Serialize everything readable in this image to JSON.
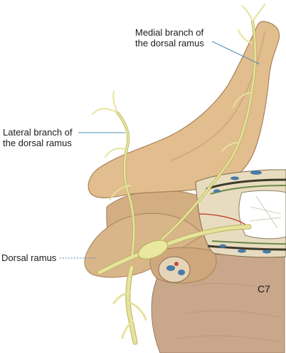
{
  "labels": {
    "medial": [
      "Medial branch of",
      "the dorsal ramus"
    ],
    "lateral": [
      "Lateral branch of",
      "the dorsal ramus"
    ],
    "dorsal_ramus": "Dorsal ramus",
    "vertebra": "C7"
  },
  "colors": {
    "nerve": "#e9e7a0",
    "nerve_outline": "#b9b25a",
    "bone": "#d9b487",
    "bone_dark": "#b8906a",
    "body": "#caa78a",
    "leader_line": "#4f8fb8",
    "vessel_blue": "#4a7aa8",
    "vessel_red": "#c44a3a"
  }
}
